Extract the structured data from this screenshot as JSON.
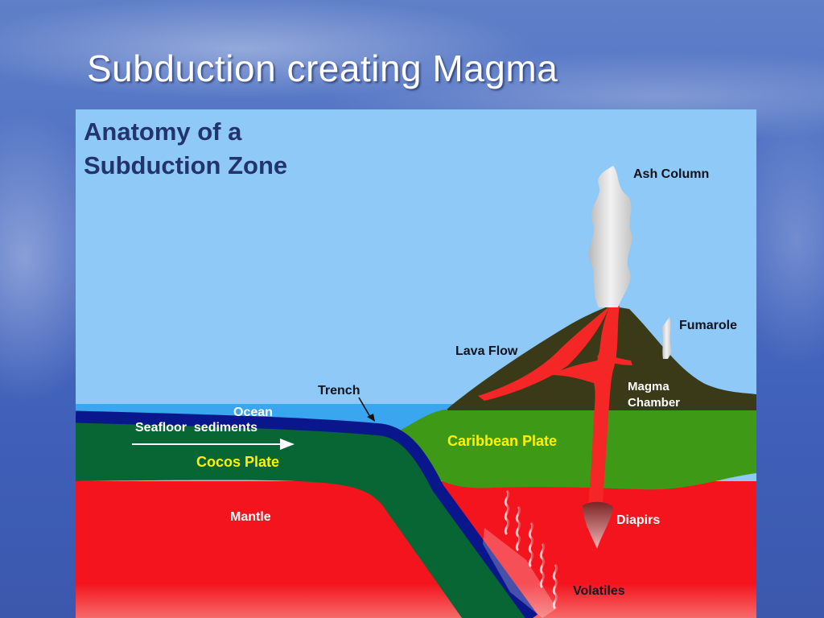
{
  "slide": {
    "title": "Subduction creating Magma"
  },
  "diagram": {
    "heading_line1": "Anatomy of a",
    "heading_line2": "Subduction Zone",
    "labels": {
      "ash_column": "Ash Column",
      "fumarole": "Fumarole",
      "lava_flow": "Lava Flow",
      "trench": "Trench",
      "magma_chamber_line1": "Magma",
      "magma_chamber_line2": "Chamber",
      "ocean": "Ocean",
      "seafloor_sediments": "Seafloor  sediments",
      "caribbean_plate": "Caribbean Plate",
      "cocos_plate": "Cocos Plate",
      "mantle": "Mantle",
      "diapirs": "Diapirs",
      "volatiles": "Volatiles"
    },
    "colors": {
      "sky": "#8ec9f7",
      "ocean": "#3aa6f0",
      "mantle": "#f4141e",
      "caribbean_plate": "#3e9a16",
      "cocos_plate": "#076633",
      "slab_edge": "#0a178c",
      "volcano": "#3a3a18",
      "lava": "#f42626",
      "heading_text": "#23336b",
      "label_white": "#ffffff",
      "label_yellow": "#fff200",
      "label_dark": "#10121e"
    }
  }
}
